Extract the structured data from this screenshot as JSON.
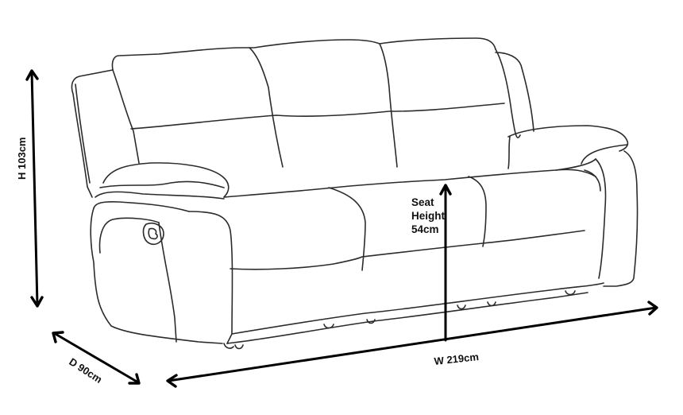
{
  "diagram": {
    "subject": "Three-seater recliner sofa line drawing with dimensions",
    "dimensions": {
      "height": {
        "label": "H 103cm",
        "value": 103,
        "unit": "cm"
      },
      "depth": {
        "label": "D 90cm",
        "value": 90,
        "unit": "cm"
      },
      "width": {
        "label": "W 219cm",
        "value": 219,
        "unit": "cm"
      },
      "seat_height": {
        "lines": [
          "Seat",
          "Height",
          "54cm"
        ],
        "value": 54,
        "unit": "cm"
      }
    },
    "colors": {
      "background": "#ffffff",
      "outline": "#2b2b2b",
      "dimension_arrows": "#000000"
    }
  }
}
